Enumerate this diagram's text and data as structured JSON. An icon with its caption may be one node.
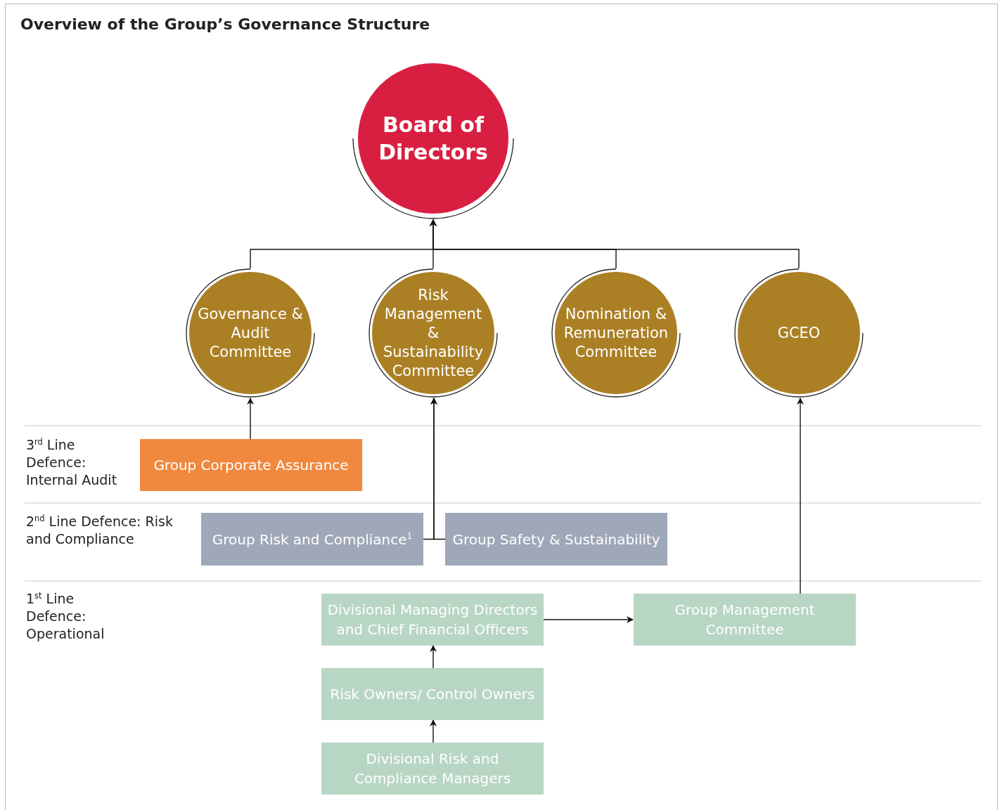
{
  "diagram": {
    "title": "Overview of the Group’s Governance Structure",
    "nodes": [
      {
        "text": [
          "Board of Directors"
        ]
      },
      {
        "text": [
          "Governance & Audit Committee"
        ]
      },
      {
        "text": [
          "Risk Management & Sustainability Committee"
        ]
      },
      {
        "text": [
          "Nomination & Remuneration Committee"
        ]
      },
      {
        "text": [
          "GCEO"
        ]
      },
      {
        "text": [
          "Group Corporate Assurance"
        ]
      },
      {
        "text": [
          "Group Risk and Compliance$^{1}$"
        ]
      },
      {
        "text": [
          "Group Safety & Sustainability"
        ]
      },
      {
        "text": [
          "Divisional Managing Directors and Chief Financial Officers"
        ]
      },
      {
        "text": [
          "Group Management Committee"
        ]
      },
      {
        "text": [
          "Risk Owners/ Control Owners"
        ]
      },
      {
        "text": [
          "Divisional Risk and Compliance Managers"
        ]
      }
    ],
    "edges": [
      {
        "from": 1,
        "to": 0,
        "arrow": "to"
      },
      {
        "from": 2,
        "to": 0,
        "arrow": "to"
      },
      {
        "from": 3,
        "to": 0,
        "arrow": "to"
      },
      {
        "from": 4,
        "to": 0,
        "arrow": "to"
      },
      {
        "from": 5,
        "to": 1,
        "arrow": "to"
      },
      {
        "from": 6,
        "to": 2,
        "arrow": "to"
      },
      {
        "from": 7,
        "to": 2,
        "arrow": "to"
      },
      {
        "from": 8,
        "to": 9,
        "arrow": "to"
      },
      {
        "from": 9,
        "to": 4,
        "arrow": "to"
      },
      {
        "from": 10,
        "to": 8,
        "arrow": "to"
      },
      {
        "from": 11,
        "to": 10,
        "arrow": "to"
      }
    ],
    "labels": [
      "3$^{rd}$ Line Defence: Internal Audit",
      "2$^{nd}$ Line Defence: Risk and Compliance",
      "1$^{st}$ Line Defence: Operational"
    ]
  }
}
